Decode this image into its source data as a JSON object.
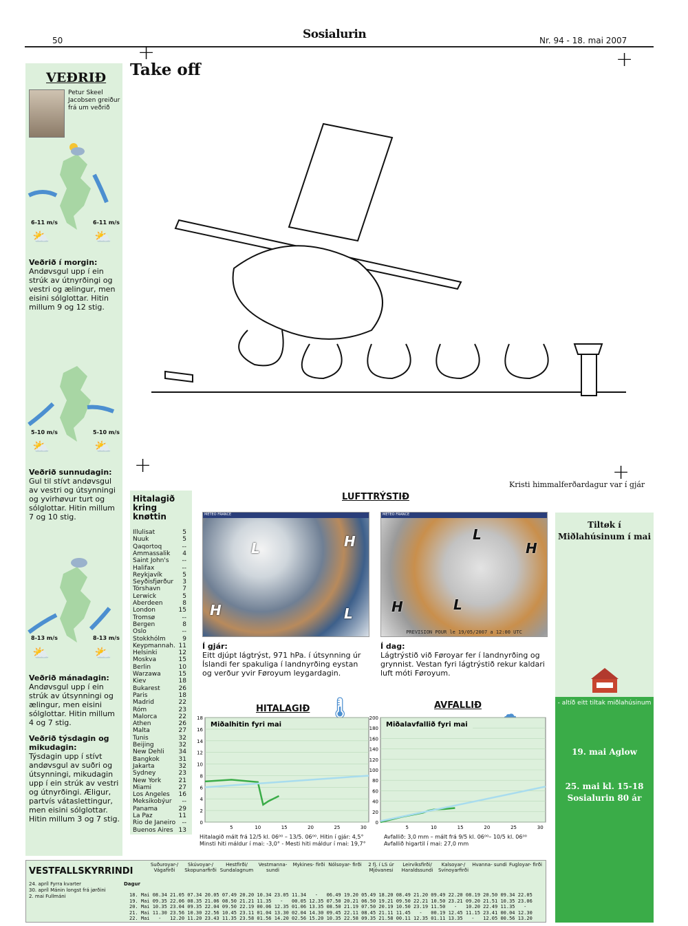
{
  "header": {
    "page": "50",
    "logo": "Sosialurin",
    "issue": "Nr. 94 - 18. mai 2007"
  },
  "weather": {
    "title": "VEÐRIÐ",
    "byline": "Petur Skeel Jacobsen greiður frá um veðrið",
    "speeds": [
      "6-11 m/s",
      "6-11 m/s",
      "5-10 m/s",
      "5-10 m/s",
      "8-13 m/s",
      "8-13 m/s"
    ],
    "morning": {
      "title": "Veðrið í morgin:",
      "text": "Andøvsgul upp í ein strúk av útnyrðingi og vestri og ælingur, men eisini sólglottar. Hitin millum 9 og 12 stig."
    },
    "sunday": {
      "title": "Veðrið sunnudagin:",
      "text": "Gul til stívt andøvsgul av vestri og útsynningi og yvirhøvur turt og sólglottar. Hitin millum 7 og 10 stig."
    },
    "monday": {
      "title": "Veðrið mánadagin:",
      "text": "Andøvsgul upp í ein strúk av útsynningi og ælingur, men eisini sólglottar. Hitin millum 4 og 7 stig."
    },
    "tuesday": {
      "title": "Veðrið týsdagin og mikudagin:",
      "text": "Týsdagin upp í stívt andøvsgul av suðri og útsynningi, mikudagin upp í ein strúk av vestri og útnyrðingi. Æligur, partvís vátaslettingur, men eisini sólglottar. Hitin millum 3 og 7 stig."
    }
  },
  "cartoon": {
    "title": "Take off",
    "caption": "Kristi himmalferðardagur var í gjár"
  },
  "temps": {
    "title": "Hitalagið kring knøttin",
    "cities": [
      [
        "Illulisat",
        "5"
      ],
      [
        "Nuuk",
        "5"
      ],
      [
        "Qaqortoq",
        "--"
      ],
      [
        "Ammassalik",
        "4"
      ],
      [
        "Saint John's",
        "--"
      ],
      [
        "Halifax",
        "--"
      ],
      [
        "Reykjavík",
        "5"
      ],
      [
        "Seyðisfjørður",
        "3"
      ],
      [
        "Tórshavn",
        "7"
      ],
      [
        "Lerwick",
        "5"
      ],
      [
        "Aberdeen",
        "8"
      ],
      [
        "London",
        "15"
      ],
      [
        "Tromsø",
        "--"
      ],
      [
        "Bergen",
        "8"
      ],
      [
        "Oslo",
        "--"
      ],
      [
        "Stokkhólm",
        "9"
      ],
      [
        "Keypmannah.",
        "11"
      ],
      [
        "Helsinki",
        "12"
      ],
      [
        "Moskva",
        "15"
      ],
      [
        "Berlin",
        "10"
      ],
      [
        "Warzawa",
        "15"
      ],
      [
        "Kiev",
        "18"
      ],
      [
        "Bukarest",
        "26"
      ],
      [
        "Paris",
        "18"
      ],
      [
        "Madrid",
        "22"
      ],
      [
        "Róm",
        "23"
      ],
      [
        "Malorca",
        "22"
      ],
      [
        "Athen",
        "26"
      ],
      [
        "Malta",
        "27"
      ],
      [
        "Tunis",
        "32"
      ],
      [
        "Beijing",
        "32"
      ],
      [
        "New Dehli",
        "34"
      ],
      [
        "Bangkok",
        "31"
      ],
      [
        "Jakarta",
        "32"
      ],
      [
        "Sydney",
        "23"
      ],
      [
        "New York",
        "21"
      ],
      [
        "Miami",
        "27"
      ],
      [
        "Los Angeles",
        "16"
      ],
      [
        "Meksikobýur",
        "--"
      ],
      [
        "Panama",
        "29"
      ],
      [
        "La Paz",
        "11"
      ],
      [
        "Rio de Janeiro",
        "--"
      ],
      [
        "Buenos Aires",
        "13"
      ]
    ]
  },
  "pressure": {
    "title": "LUFTTRÝSTIÐ",
    "yesterday": {
      "label": "Í gjár:",
      "text": "Eitt djúpt lágtrýst, 971 hPa. í útsynning úr Íslandi fer spakuliga í landnyrðing eystan og verður yvir Føroyum leygardagin."
    },
    "today": {
      "label": "Í dag:",
      "text": "Lágtrýstið við Føroyar fer í landnyrðing og grynnist. Vestan fyri lágtrýstið rekur kaldari luft móti Føroyum."
    },
    "sat_brand": "METEO FRANCE",
    "sat2_note": "PREVISION POUR le 19/05/2007 a 12:00 UTC"
  },
  "temp_chart": {
    "section": "HITALAGIÐ",
    "title": "Miðalhitin fyri mai",
    "note1": "Hitalagið mált frá 12/5 kl. 06⁰⁰ – 13/5. 06⁰⁰. Hitin í gjár: 4,5°",
    "note2": "Minsti hiti máldur í mai: -3,0° - Mesti hiti máldur í mai: 19,7°"
  },
  "rain_chart": {
    "section": "AVFALLIÐ",
    "title": "Miðalavfallið fyri mai",
    "note1": "Avfallið: 3,0 mm – mált frá 9/5 kl. 06⁰⁰– 10/5 kl. 06⁰⁰",
    "note2": "Avfallið higartil í mai: 27,0 mm"
  },
  "chart_data": [
    {
      "type": "line",
      "title": "Miðalhitin fyri mai",
      "xlabel": "",
      "ylabel": "",
      "xlim": [
        0,
        31
      ],
      "ylim": [
        0,
        18
      ],
      "xticks": [
        5,
        10,
        15,
        20,
        25,
        30
      ],
      "yticks": [
        0,
        2,
        4,
        6,
        8,
        10,
        12,
        14,
        16,
        18
      ],
      "series": [
        {
          "values_x": [
            0,
            5,
            10,
            11,
            12,
            14
          ],
          "values_y": [
            7,
            7.3,
            6.9,
            3,
            3.6,
            4.5
          ],
          "color": "#3aac48"
        },
        {
          "values_x": [
            0,
            31
          ],
          "values_y": [
            6,
            8
          ],
          "color": "#a8dcee"
        }
      ]
    },
    {
      "type": "line",
      "title": "Miðalavfallið fyri mai",
      "xlabel": "",
      "ylabel": "",
      "xlim": [
        0,
        31
      ],
      "ylim": [
        0,
        200
      ],
      "xticks": [
        5,
        10,
        15,
        20,
        25,
        30
      ],
      "yticks": [
        0,
        20,
        40,
        60,
        80,
        100,
        120,
        140,
        160,
        180,
        200
      ],
      "series": [
        {
          "values_x": [
            0,
            4,
            8,
            9,
            10,
            12,
            14
          ],
          "values_y": [
            0,
            10,
            18,
            22,
            24,
            25,
            27
          ],
          "color": "#3aac48"
        },
        {
          "values_x": [
            0,
            31
          ],
          "values_y": [
            2,
            68
          ],
          "color": "#a8dcee"
        }
      ]
    }
  ],
  "ad": {
    "title": "Tiltøk í Miðlahúsinum í mai",
    "slogan": "- altíð eitt tiltak miðlahúsinum",
    "ev1": "19. mai Aglow",
    "ev2": "25. mai kl. 15-18 Sosialurin 80 ár"
  },
  "tide": {
    "title": "VESTFALLSKYRRINDI",
    "moon": [
      "24. apríl   Fyrra kvarter",
      "30. apríl   Mánin longst frá jørðini",
      "2. mai     Fullmáni"
    ],
    "day_head": "Dagur",
    "cols": [
      "Suðuroyar-/ Vágafirði",
      "Skúvoyar-/ Skopunarfirði",
      "Hestfirði/ Sundalagnum",
      "Vestmanna- sundi",
      "Mykines- firði",
      "Nólsoyar- firði",
      "2 fj. í LS úr Mjóvanesi",
      "Leirvíksfirði/ Haraldssundi",
      "Kalsoyar-/ Svínoyarfirði",
      "Hvanna- sundi",
      "Fugloyar- firði"
    ],
    "rows": [
      "18. Mai 08.34 21.05 07.34 20.05 07.49 20.20 10.34 23.05 11.34   -   06.49 19.20 05.49 18.20 08.49 21.20 09.49 22.20 08.19 20.50 09.34 22.05",
      "19. Mai 09.35 22.06 08.35 21.06 08.50 21.21 11.35   -   00.05 12.35 07.50 20.21 06.50 19.21 09.50 22.21 10.50 23.21 09.20 21.51 10.35 23.06",
      "20. Mai 10.35 23.04 09.35 22.04 09.50 22.19 00.06 12.35 01.06 13.35 08.50 21.19 07.50 20.19 10.50 23.19 11.50   -   10.20 22.49 11.35   -  ",
      "21. Mai 11.30 23.56 10.30 22.56 10.45 23.11 01.04 13.30 02.04 14.30 09.45 22.11 08.45 21.11 11.45   -   00.19 12.45 11.15 23.41 00.04 12.30",
      "22. Mai   -   12.20 11.20 23.43 11.35 23.58 01.56 14.20 02.56 15.20 10.35 22.58 09.35 21.58 00.11 12.35 01.11 13.35   -   12.05 00.56 13.20"
    ]
  }
}
